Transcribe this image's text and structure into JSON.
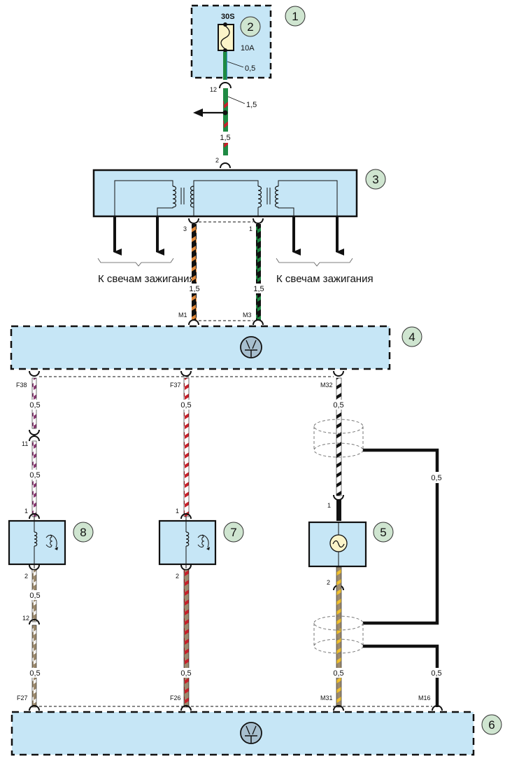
{
  "colors": {
    "block_fill": "#c6e6f6",
    "badge_fill": "#cfe5d0",
    "fuse_fill": "#fbf4c9",
    "transistor_fill": "#a7bfcf",
    "wire_green": "#1f8a43",
    "wire_red": "#c8202a",
    "wire_orange": "#e0883a",
    "wire_black": "#111111",
    "wire_violet": "#8a3b74",
    "wire_brown": "#9c8a6e",
    "wire_yellow": "#f0c030"
  },
  "badges": {
    "b1": "1",
    "b2": "2",
    "b3": "3",
    "b4": "4",
    "b5": "5",
    "b6": "6",
    "b7": "7",
    "b8": "8"
  },
  "fuse": {
    "terminal": "30S",
    "rating": "10A",
    "wire_size": "0,5"
  },
  "top_wire": {
    "connector_pin": "12",
    "size_a": "1,5",
    "size_b": "1,5",
    "coil_pin": "2"
  },
  "coil": {
    "pin_left": "3",
    "pin_right": "1",
    "plug_label_left": "К свечам зажигания",
    "plug_label_right": "К свечам зажигания",
    "size_left": "1,5",
    "size_right": "1,5"
  },
  "ecu_top": {
    "pin_m1": "M1",
    "pin_m3": "M3"
  },
  "ecu_bottom_pins": {
    "f38": "F38",
    "f37": "F37",
    "m32": "M32"
  },
  "sensor8": {
    "size_top": "0,5",
    "connector": "11",
    "size_mid": "0,5",
    "pin_in": "1",
    "pin_out": "2",
    "size_after": "0,5",
    "connector2": "12",
    "size_bottom": "0,5",
    "ecu_pin": "F27"
  },
  "sensor7": {
    "size_top": "0,5",
    "pin_in": "1",
    "pin_out": "2",
    "size_bottom": "0,5",
    "ecu_pin": "F26"
  },
  "sensor5": {
    "size_top": "0,5",
    "pin_in": "1",
    "pin_out": "2",
    "size_bottom": "0,5",
    "ecu_pin": "M31",
    "shield_size_upper": "0,5",
    "shield_size_lower": "0,5",
    "shield_ecu_pin": "M16"
  }
}
